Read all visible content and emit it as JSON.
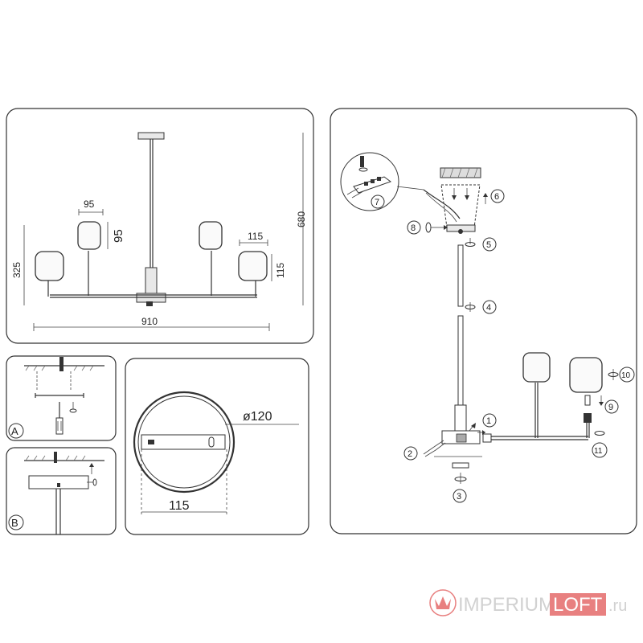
{
  "dimensions": {
    "lamp_height": "680",
    "mount_height": "325",
    "shade_width_small": "95",
    "shade_height_small": "95",
    "shade_width_large": "115",
    "shade_height_large": "115",
    "total_width": "910",
    "canopy_diameter": "ø120",
    "canopy_width": "115"
  },
  "step_labels": {
    "a": "A",
    "b": "B"
  },
  "steps": [
    "1",
    "2",
    "3",
    "4",
    "5",
    "6",
    "7",
    "8",
    "9",
    "10",
    "11"
  ],
  "watermark": {
    "part1": "IMPERIUM",
    "part2": "LOFT",
    "part3": ".ru",
    "brand_color": "#e46a6a"
  },
  "icons": [
    "screwdriver-icon",
    "screw-icon",
    "wire-connector-icon",
    "logo-icon"
  ]
}
